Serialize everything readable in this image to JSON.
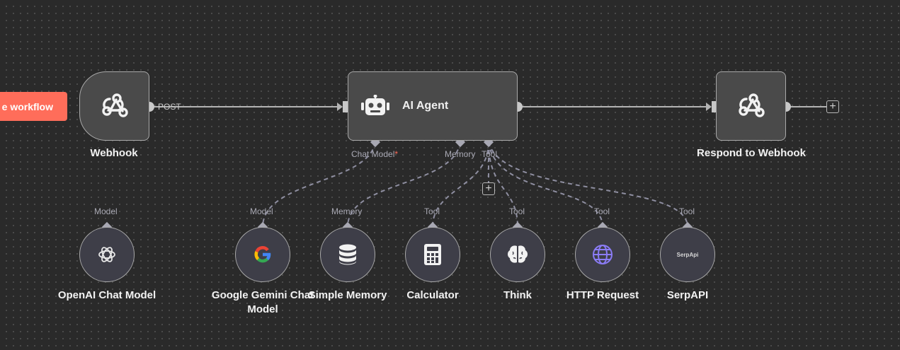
{
  "trigger": {
    "label": "e workflow"
  },
  "connection": {
    "post_label": "POST"
  },
  "nodes": {
    "webhook": {
      "title": "Webhook"
    },
    "agent": {
      "title": "AI Agent"
    },
    "respond": {
      "title": "Respond to Webhook"
    }
  },
  "agent_ports": {
    "chat_model": "Chat Model",
    "required_mark": "*",
    "memory": "Memory",
    "tool": "Tool"
  },
  "sub_nodes": [
    {
      "title": "OpenAI Chat Model",
      "port": "Model",
      "icon": "openai-icon"
    },
    {
      "title": "Google Gemini Chat Model",
      "port": "Model",
      "icon": "google-icon"
    },
    {
      "title": "Simple Memory",
      "port": "Memory",
      "icon": "database-icon"
    },
    {
      "title": "Calculator",
      "port": "Tool",
      "icon": "calculator-icon"
    },
    {
      "title": "Think",
      "port": "Tool",
      "icon": "brain-icon"
    },
    {
      "title": "HTTP Request",
      "port": "Tool",
      "icon": "globe-icon"
    },
    {
      "title": "SerpAPI",
      "port": "Tool",
      "icon": "serpapi-icon",
      "logo_text": "SerpApi"
    }
  ],
  "colors": {
    "canvas": "#2a2a2a",
    "node": "#4a4a4a",
    "sub_node": "#3e3e48",
    "accent": "#ff6d5a",
    "wire": "#b3b3b3",
    "dashed_wire": "#8e8ea0",
    "google_blue": "#4285f4",
    "globe": "#8b7cf6"
  }
}
